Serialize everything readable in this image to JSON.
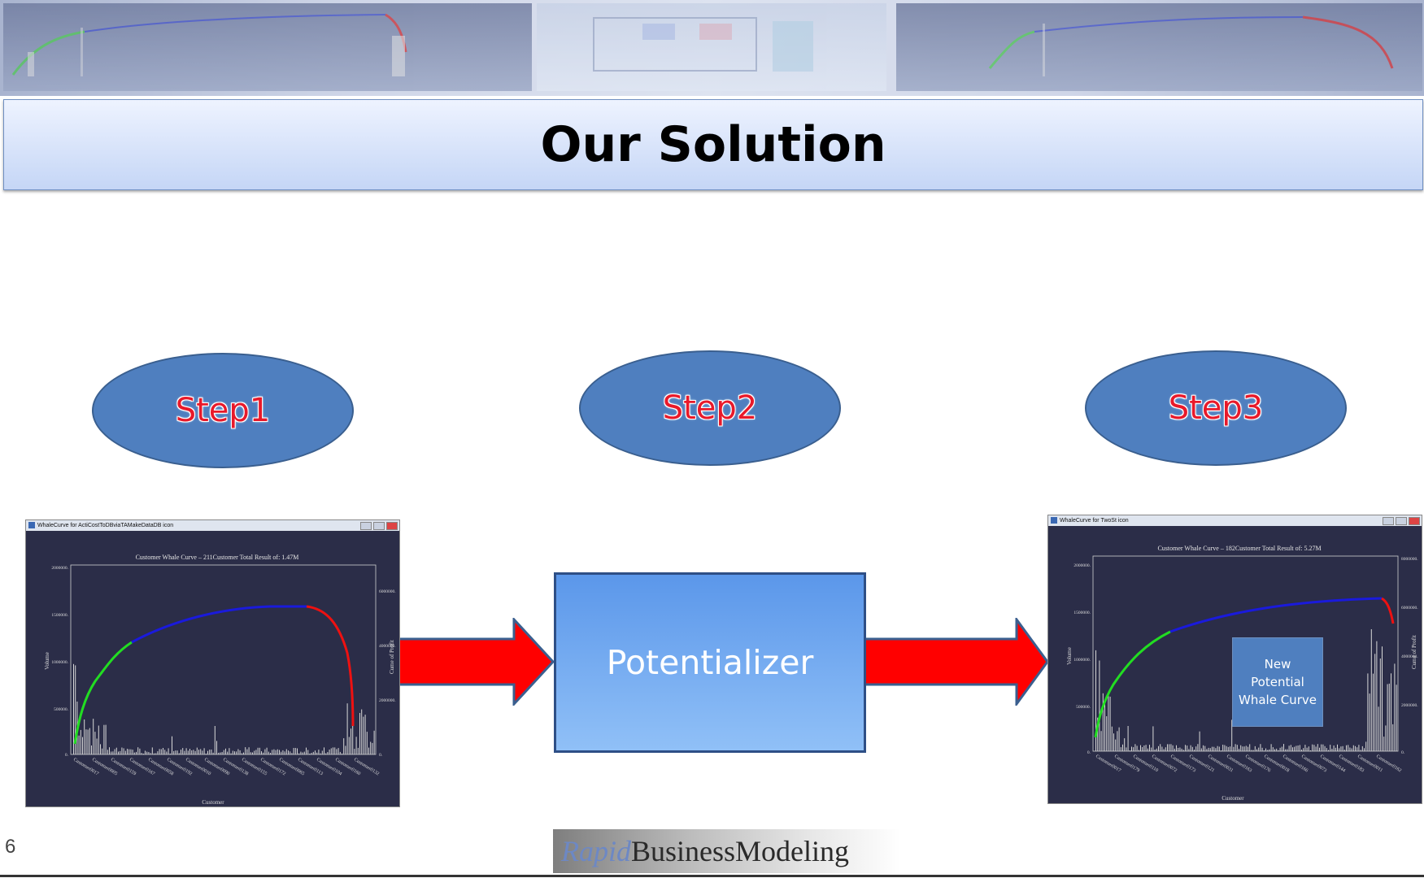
{
  "slide": {
    "title": "Our Solution",
    "page_number": "6"
  },
  "steps": [
    {
      "label": "Step1"
    },
    {
      "label": "Step2"
    },
    {
      "label": "Step3"
    }
  ],
  "process": {
    "label": "Potentializer"
  },
  "left_chart": {
    "window_title": "WhaleCurve for ActiCostToDBviaTAMakeDataDB icon",
    "title": "Customer Whale Curve – 211Customer Total Result of: 1.47M",
    "y_ticks": [
      "2000000.",
      "1500000.",
      "1000000.",
      "500000.",
      "0."
    ],
    "y2_ticks": [
      "6000000.",
      "4000000.",
      "2000000.",
      "0."
    ],
    "ylabel": "Volume",
    "y2label": "Cume of Profit",
    "xlabel": "Customer",
    "x_ticks": [
      "Customer0017",
      "Customer0005",
      "Customer0159",
      "Customer0167",
      "Customer0058",
      "Customer0192",
      "Customer0010",
      "Customer0090",
      "Customer0138",
      "Customer0155",
      "Customer0172",
      "Customer0065",
      "Customer0113",
      "Customer0104",
      "Customer0160",
      "Customer0132"
    ]
  },
  "right_chart": {
    "window_title": "WhaleCurve for TwoSt icon",
    "title": "Customer Whale Curve – 182Customer Total Result of: 5.27M",
    "y_ticks": [
      "2000000.",
      "1500000.",
      "1000000.",
      "500000.",
      "0."
    ],
    "y2_ticks": [
      "8000000.",
      "6000000.",
      "4000000.",
      "2000000.",
      "0."
    ],
    "ylabel": "Volume",
    "y2label": "Cume of Profit",
    "xlabel": "Customer",
    "x_ticks": [
      "Customer0017",
      "Customer0179",
      "Customer0110",
      "Customer0072",
      "Customer0173",
      "Customer0121",
      "Customer0031",
      "Customer0163",
      "Customer0176",
      "Customer0018",
      "Customer0166",
      "Customer0073",
      "Customer0144",
      "Customer0183",
      "Customer0011",
      "Customer0162"
    ]
  },
  "callout": {
    "lines": [
      "New",
      "Potential",
      "Whale Curve"
    ]
  },
  "logo": {
    "rapid": "Rapid",
    "rest": "BusinessModeling"
  },
  "colors": {
    "arrow": "#ff0000",
    "ellipse": "#4f7fbf",
    "chart_bg": "#2b2d48",
    "curve_green": "#22dd22",
    "curve_blue": "#1a1adc",
    "curve_red": "#ee1111"
  }
}
